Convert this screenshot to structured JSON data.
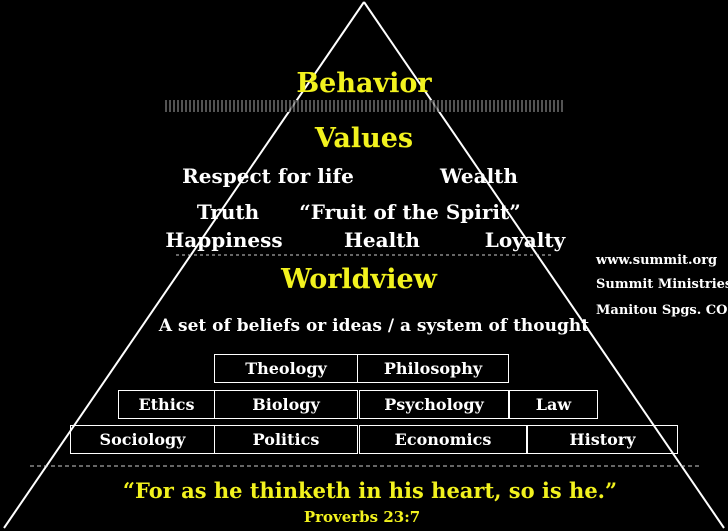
{
  "colors": {
    "background": "#000000",
    "accent": "#f2f21e",
    "text": "#ffffff"
  },
  "top": {
    "behavior": "Behavior"
  },
  "values": {
    "heading": "Values",
    "items": [
      "Respect for life",
      "Wealth",
      "Truth",
      "“Fruit of the Spirit”",
      "Happiness",
      "Health",
      "Loyalty"
    ]
  },
  "worldview": {
    "heading": "Worldview",
    "definition": "A set of beliefs or ideas / a system of thought"
  },
  "disciplines": {
    "row1": [
      "Theology",
      "Philosophy"
    ],
    "row2": [
      "Ethics",
      "Biology",
      "Psychology",
      "Law"
    ],
    "row3": [
      "Sociology",
      "Politics",
      "Economics",
      "History"
    ]
  },
  "credits": [
    "www.summit.org",
    "Summit Ministries",
    "Manitou Spgs. CO"
  ],
  "quote": {
    "text": "“For as he thinketh in his heart, so is he.”",
    "reference": "Proverbs 23:7"
  }
}
